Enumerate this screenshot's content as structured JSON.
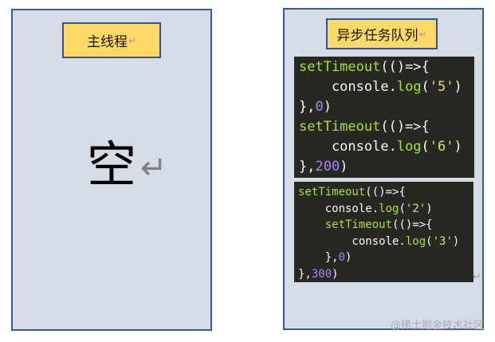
{
  "main_thread": {
    "title": "主线程",
    "content": "空",
    "return_mark": "↵"
  },
  "async_queue": {
    "title": "异步任务队列",
    "return_mark": "↵",
    "code_block_1": {
      "lines": [
        [
          {
            "t": "setTimeout",
            "c": "fn"
          },
          {
            "t": "(()=>{",
            "c": "pl"
          }
        ],
        [
          {
            "t": "    console.",
            "c": "pl"
          },
          {
            "t": "log",
            "c": "fn"
          },
          {
            "t": "(",
            "c": "pl"
          },
          {
            "t": "'5'",
            "c": "str"
          },
          {
            "t": ")",
            "c": "pl"
          }
        ],
        [
          {
            "t": "},",
            "c": "pl"
          },
          {
            "t": "0",
            "c": "num"
          },
          {
            "t": ")",
            "c": "pl"
          }
        ],
        [
          {
            "t": "setTimeout",
            "c": "fn"
          },
          {
            "t": "(()=>{",
            "c": "pl"
          }
        ],
        [
          {
            "t": "    console.",
            "c": "pl"
          },
          {
            "t": "log",
            "c": "fn"
          },
          {
            "t": "(",
            "c": "pl"
          },
          {
            "t": "'6'",
            "c": "str"
          },
          {
            "t": ")",
            "c": "pl"
          }
        ],
        [
          {
            "t": "},",
            "c": "pl"
          },
          {
            "t": "200",
            "c": "num"
          },
          {
            "t": ")",
            "c": "pl"
          }
        ]
      ]
    },
    "code_block_2": {
      "lines": [
        [
          {
            "t": "setTimeout",
            "c": "fn"
          },
          {
            "t": "(()=>{",
            "c": "pl"
          }
        ],
        [
          {
            "t": "    console.",
            "c": "pl"
          },
          {
            "t": "log",
            "c": "fn"
          },
          {
            "t": "(",
            "c": "pl"
          },
          {
            "t": "'2'",
            "c": "str"
          },
          {
            "t": ")",
            "c": "pl"
          }
        ],
        [
          {
            "t": "    ",
            "c": "pl"
          },
          {
            "t": "setTimeout",
            "c": "fn"
          },
          {
            "t": "(()=>{",
            "c": "pl"
          }
        ],
        [
          {
            "t": "        console.",
            "c": "pl"
          },
          {
            "t": "log",
            "c": "fn"
          },
          {
            "t": "(",
            "c": "pl"
          },
          {
            "t": "'3'",
            "c": "str"
          },
          {
            "t": ")",
            "c": "pl"
          }
        ],
        [
          {
            "t": "    },",
            "c": "pl"
          },
          {
            "t": "0",
            "c": "num"
          },
          {
            "t": ")",
            "c": "pl"
          }
        ],
        [
          {
            "t": "},",
            "c": "pl"
          },
          {
            "t": "300",
            "c": "num"
          },
          {
            "t": ")",
            "c": "pl"
          }
        ]
      ]
    }
  },
  "watermark": "@稀土掘金技术社区",
  "colors": {
    "panel_bg": "#d6dce5",
    "panel_border": "#3b5a94",
    "label_bg": "#ffd966",
    "code_bg": "#272822",
    "code_fn": "#a6e22e",
    "code_num": "#ae81ff",
    "code_str": "#e6db74"
  }
}
